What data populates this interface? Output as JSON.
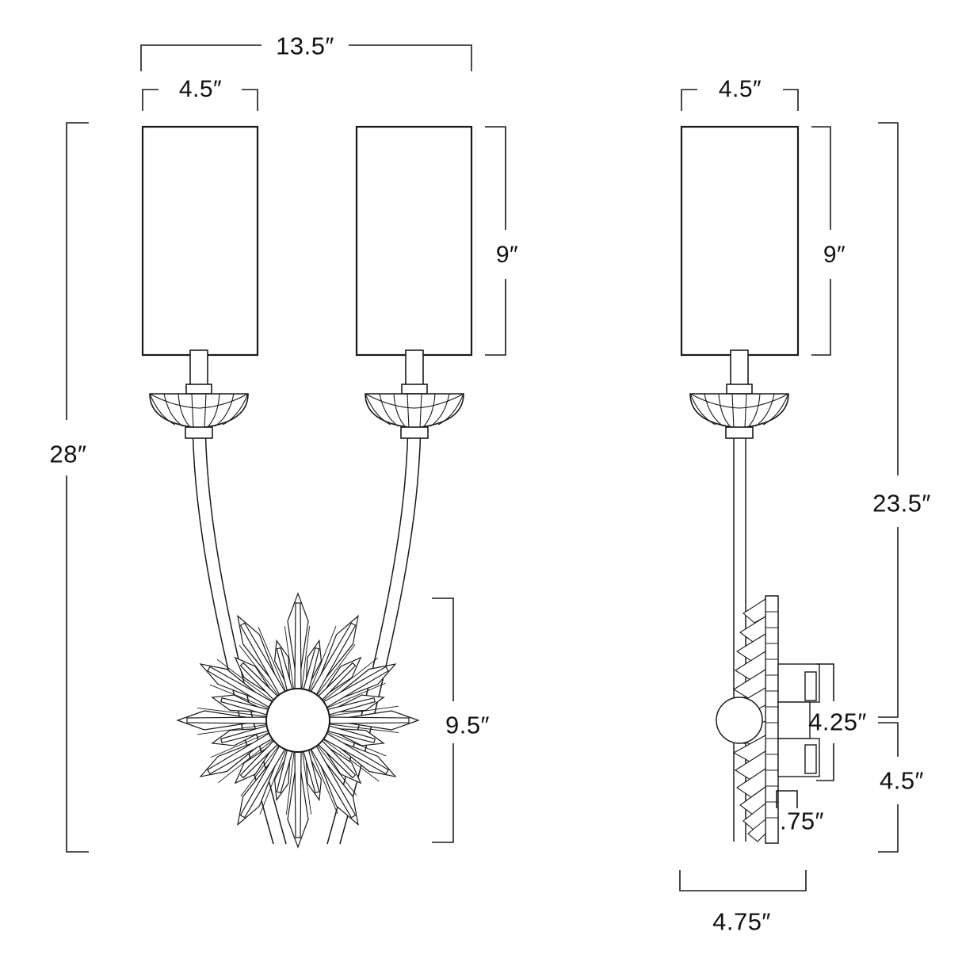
{
  "drawing": {
    "title": "Two-light crystal starburst wall sconce dimension drawing",
    "views": [
      {
        "name": "front-elevation",
        "description": "Front view, two arms with cylinder shades and crystal starburst"
      },
      {
        "name": "side-elevation",
        "description": "Side view, single shade, straight stem, crystal backplate assembly"
      }
    ],
    "line_color": "#1a1a1a",
    "background_color": "#ffffff",
    "text_color": "#111111"
  },
  "dimensions": {
    "front_overall_width": "13.5″",
    "front_shade_width": "4.5″",
    "front_shade_height": "9″",
    "front_overall_height": "28″",
    "front_starburst_height": "9.5″",
    "side_shade_width": "4.5″",
    "side_shade_height": "9″",
    "side_upper_height": "23.5″",
    "side_lower_height": "4.5″",
    "side_backplate_height": "4.25″",
    "side_backplate_depth": ".75″",
    "side_overall_depth": "4.75″"
  }
}
